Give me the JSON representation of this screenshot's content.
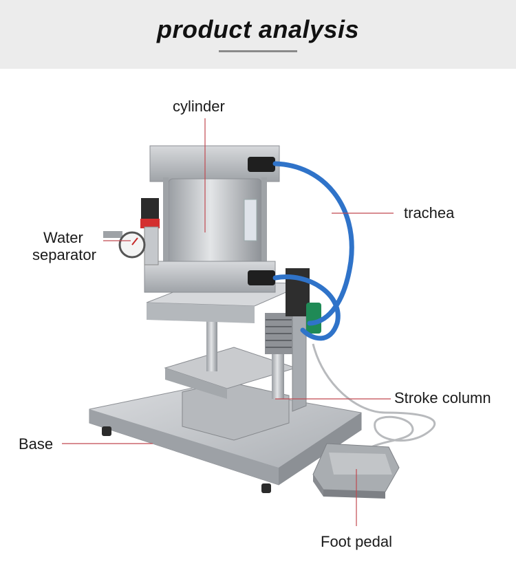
{
  "header": {
    "title": "product analysis"
  },
  "labels": {
    "cylinder": "cylinder",
    "trachea": "trachea",
    "water_line1": "Water",
    "water_line2": "separator",
    "stroke_column": "Stroke column",
    "base": "Base",
    "foot_pedal": "Foot pedal"
  },
  "colors": {
    "banner_bg": "#ececec",
    "leader_line": "#c0484f",
    "hose": "#2f73c9",
    "metal": "#b9bcc0",
    "gauge_accent": "#c62828"
  }
}
